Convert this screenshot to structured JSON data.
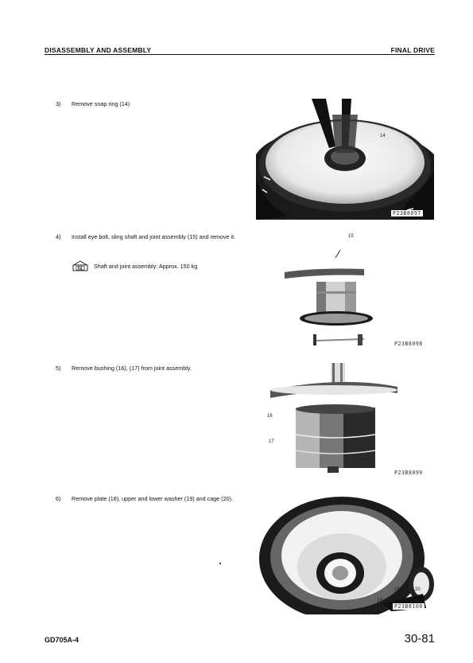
{
  "header": {
    "section": "DISASSEMBLY AND ASSEMBLY",
    "chapter": "FINAL DRIVE"
  },
  "steps": [
    {
      "num": "3)",
      "text": "Remove snap ring (14)"
    },
    {
      "num": "4)",
      "text": "Install eye bolt, sling shaft and joint assembly (15) and remove it."
    },
    {
      "num": "5)",
      "text": "Remove bushing (16), (17) from joint assembly."
    },
    {
      "num": "6)",
      "text": "Remove plate (18), upper and lower washer (19) and cage (20)."
    }
  ],
  "note": {
    "icon_label": "kg",
    "text": "Shaft and joint assembly: Approx. 150 kg"
  },
  "photos": [
    {
      "code": "P23B8097",
      "callouts": [
        "14"
      ]
    },
    {
      "code": "P23B8098",
      "callouts": [
        "15"
      ]
    },
    {
      "code": "P23B8099",
      "callouts": [
        "16",
        "17"
      ]
    },
    {
      "code": "P23B8100",
      "callouts": [
        "18",
        "19",
        "20"
      ]
    }
  ],
  "footer": {
    "model": "GD705A-4",
    "page": "30-81"
  }
}
